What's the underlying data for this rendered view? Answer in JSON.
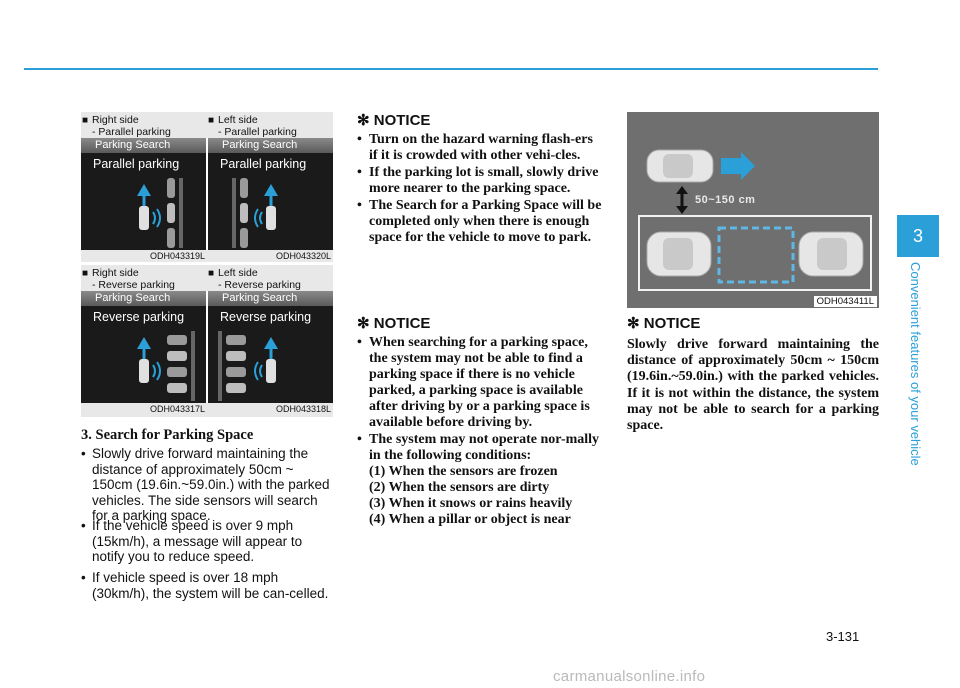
{
  "figures": {
    "top": {
      "captions": [
        {
          "line1": "Right side",
          "line2": "- Parallel parking"
        },
        {
          "line1": "Left side",
          "line2": "- Parallel parking"
        }
      ],
      "screens": [
        {
          "header": "Parking Search",
          "mode": "Parallel parking"
        },
        {
          "header": "Parking Search",
          "mode": "Parallel parking"
        }
      ],
      "codes": [
        "ODH043319L",
        "ODH043320L"
      ]
    },
    "bottom": {
      "captions": [
        {
          "line1": "Right side",
          "line2": "- Reverse parking"
        },
        {
          "line1": "Left side",
          "line2": "- Reverse parking"
        }
      ],
      "screens": [
        {
          "header": "Parking Search",
          "mode": "Reverse parking"
        },
        {
          "header": "Parking Search",
          "mode": "Reverse parking"
        }
      ],
      "codes": [
        "ODH043317L",
        "ODH043318L"
      ]
    },
    "right": {
      "distance_label": "50~150 cm",
      "code": "ODH043411L"
    }
  },
  "left": {
    "heading": "3. Search for Parking Space",
    "bullets": [
      "Slowly drive forward maintaining the distance of approximately 50cm ~ 150cm (19.6in.~59.0in.) with the parked vehicles. The side sensors will search for a parking space.",
      "If the vehicle speed is over 9 mph (15km/h), a message will appear to notify you to reduce speed.",
      "If vehicle speed is over 18 mph (30km/h), the system will be can-celled."
    ]
  },
  "middle": {
    "notice1": {
      "title": "NOTICE",
      "items": [
        "Turn on the hazard warning flash-ers if it is crowded with other vehi-cles.",
        "If the parking lot is small, slowly drive more nearer to the parking space.",
        "The Search for a Parking Space will be completed only when there is enough space for the vehicle to move to park."
      ]
    },
    "notice2": {
      "title": "NOTICE",
      "items": [
        "When searching for a parking space, the system may not be able to find a parking space if there is no vehicle parked, a parking space is available after driving by or a parking space is available before driving by.",
        "The system may not operate nor-mally in the following conditions:"
      ],
      "conditions": [
        "(1) When the sensors are frozen",
        "(2) When the sensors are dirty",
        "(3) When it snows or rains heavily",
        "(4) When a pillar or object is near"
      ]
    }
  },
  "right": {
    "notice": {
      "title": "NOTICE",
      "text": "Slowly drive forward maintaining the distance of approximately 50cm ~ 150cm (19.6in.~59.0in.) with the parked vehicles. If it is not within the distance, the system may not be able to search for a parking space."
    }
  },
  "side": {
    "chapter": "3",
    "label": "Convenient features of your vehicle"
  },
  "page_number": "3-131",
  "watermark": "carmanualsonline.info",
  "colors": {
    "accent": "#2a9fd8"
  }
}
